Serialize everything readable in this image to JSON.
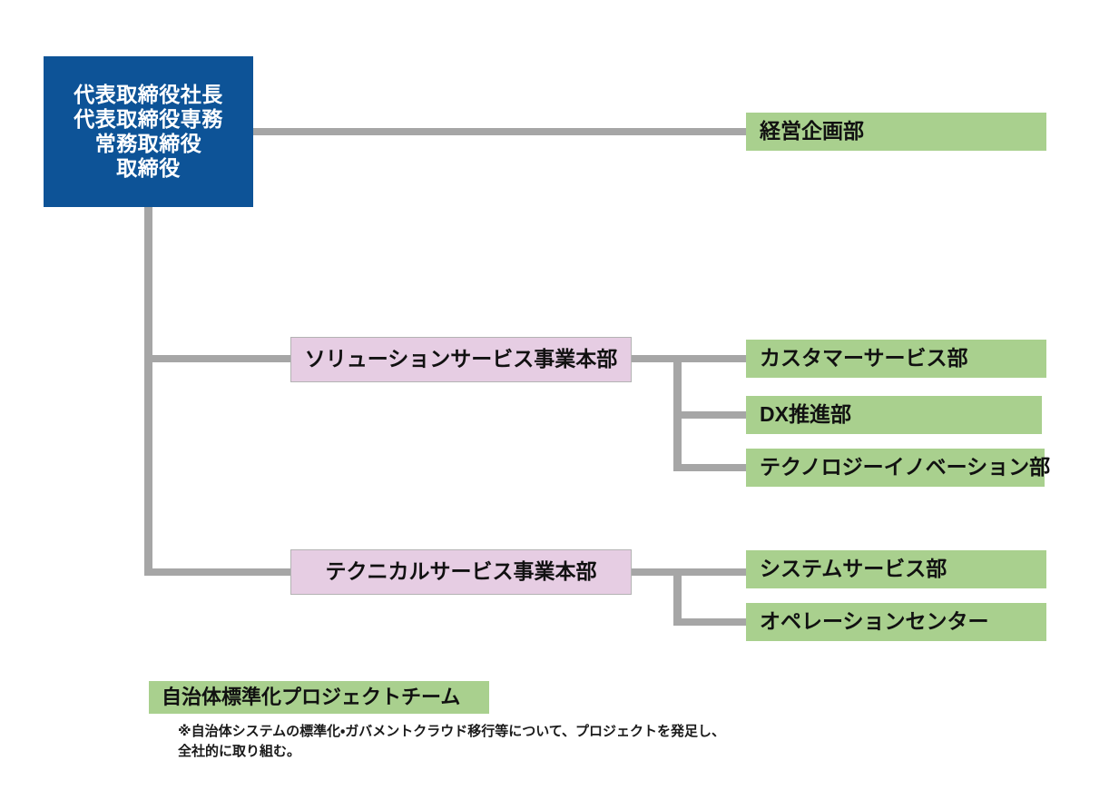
{
  "diagram": {
    "title": "組織図",
    "colors": {
      "executive_box": "#0d5397",
      "division_box": "#e6cde3",
      "department_box": "#a9d08e",
      "connector_line": "#a6a6a6",
      "text_dark": "#111111",
      "text_light": "#ffffff",
      "background": "#ffffff"
    }
  },
  "executive": {
    "name": "executive-box",
    "lines": [
      "代表取締役社長",
      "代表取締役専務",
      "常務取締役",
      "取締役"
    ]
  },
  "staff_departments": [
    {
      "label": "経営企画部"
    }
  ],
  "divisions": [
    {
      "label": "ソリューションサービス事業本部",
      "departments": [
        {
          "label": "カスタマーサービス部"
        },
        {
          "label": "DX推進部"
        },
        {
          "label": "テクノロジーイノベーション部"
        }
      ]
    },
    {
      "label": "テクニカルサービス事業本部",
      "departments": [
        {
          "label": "システムサービス部"
        },
        {
          "label": "オペレーションセンター"
        }
      ]
    }
  ],
  "project_team": {
    "label": "自治体標準化プロジェクトチーム",
    "note_lines": [
      "※自治体システムの標準化・ガバメントクラウド移行等について、プロジェクトを発足し、",
      "全社的に取り組む。"
    ]
  }
}
